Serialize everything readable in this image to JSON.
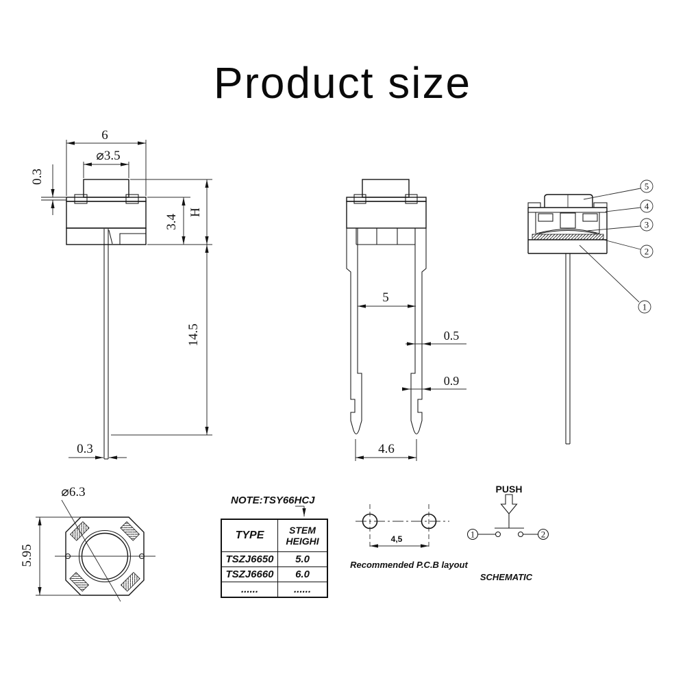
{
  "title": "Product size",
  "front_view": {
    "dim_width": "6",
    "dim_button_dia": "⌀3.5",
    "dim_lead_thickness": "0.3",
    "dim_body_height": "3.4",
    "dim_stem_height": "H",
    "dim_lead_length": "14.5",
    "dim_lead_width": "0.3"
  },
  "side_view": {
    "dim_pin_pitch": "5",
    "dim_leg_thickness": "0.5",
    "dim_pin_width": "0.9",
    "dim_tip_pitch": "4.6"
  },
  "section_view": {
    "callouts": [
      "1",
      "2",
      "3",
      "4",
      "5"
    ]
  },
  "top_view": {
    "dim_corner_dia": "⌀6.3",
    "dim_body_height": "5.95"
  },
  "spec_table": {
    "note": "NOTE:TSY66HCJ",
    "col_type": "TYPE",
    "col_stem_line1": "STEM",
    "col_stem_line2": "HEIGHI",
    "rows": [
      [
        "TSZJ6650",
        "5.0"
      ],
      [
        "TSZJ6660",
        "6.0"
      ],
      [
        "......",
        "......"
      ]
    ]
  },
  "pcb_layout": {
    "dim_hole_pitch": "4,5",
    "caption": "Recommended P.C.B layout"
  },
  "schematic": {
    "push_label": "PUSH",
    "caption": "SCHEMATIC",
    "terminal_left": "1",
    "terminal_right": "2"
  }
}
